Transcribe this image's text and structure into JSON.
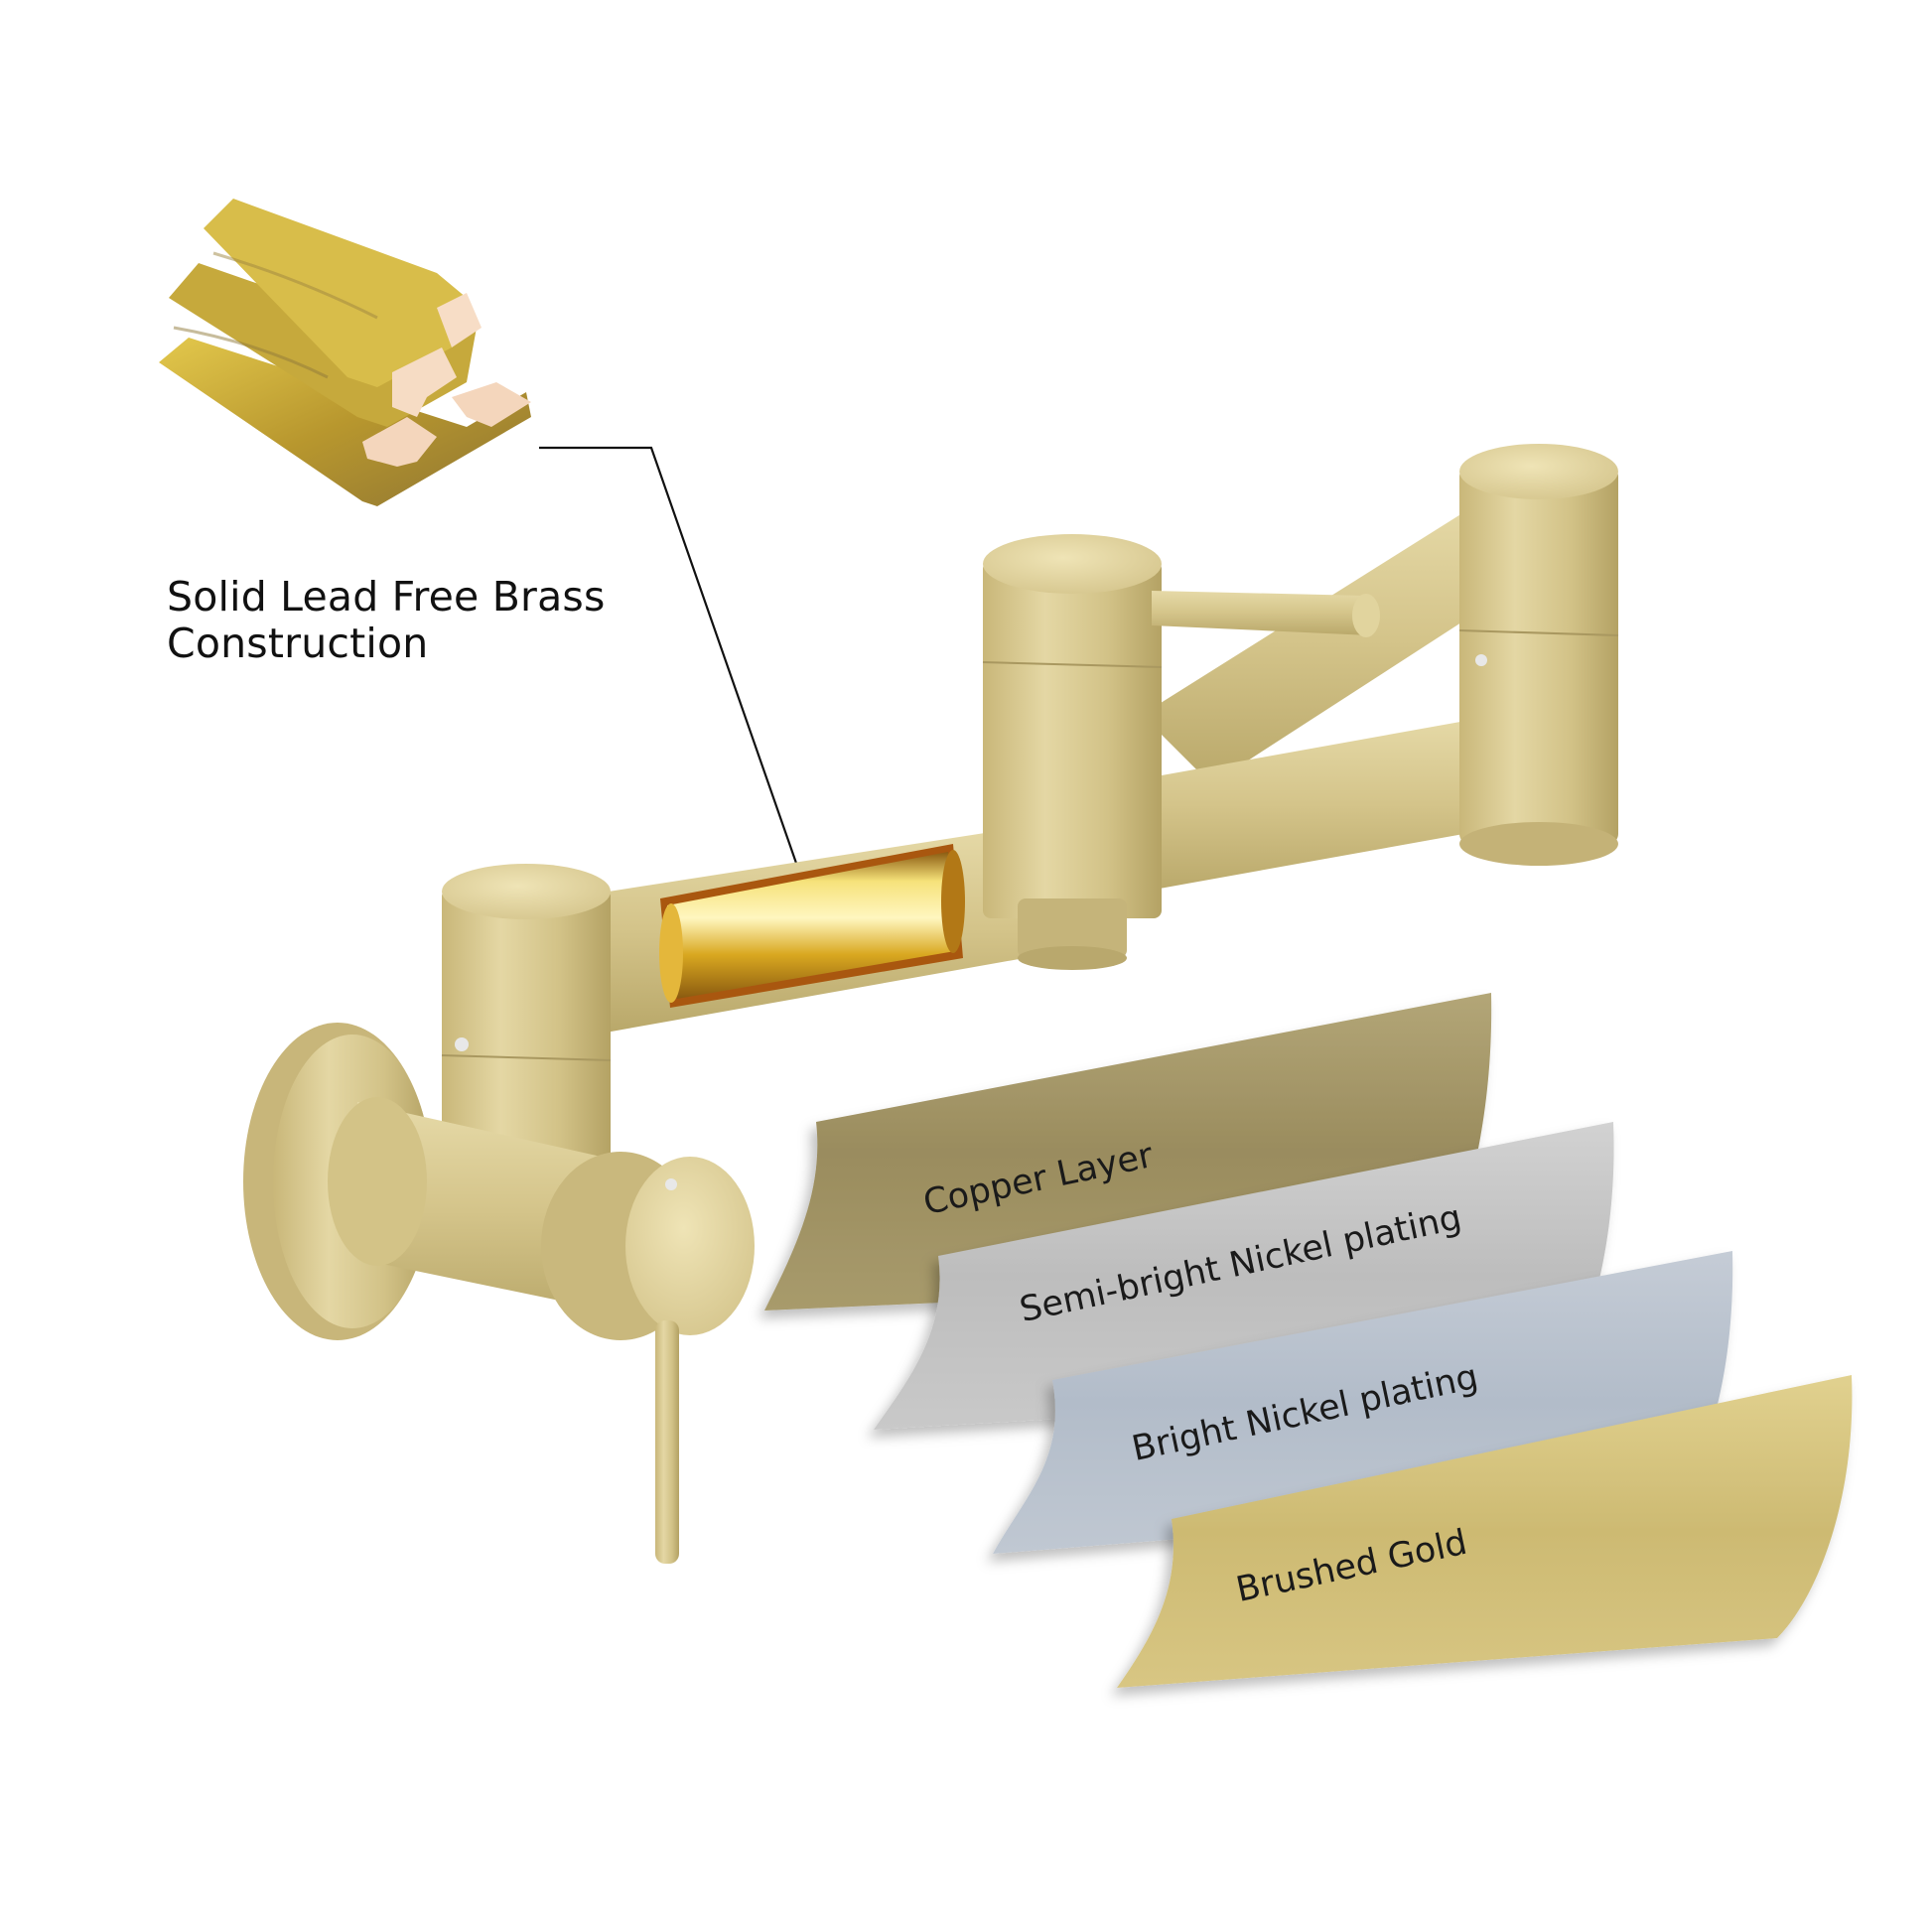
{
  "callout": {
    "line1": "Solid Lead Free Brass",
    "line2": "Construction",
    "image": "brass-ingots"
  },
  "layers": [
    {
      "label": "Copper Layer",
      "color": "#a59868"
    },
    {
      "label": "Semi-bright Nickel plating",
      "color": "#c4c4c4"
    },
    {
      "label": "Bright Nickel plating",
      "color": "#b6bfcc"
    },
    {
      "label": "Brushed Gold",
      "color": "#d2c07f"
    }
  ],
  "product": {
    "name": "wall-mount pot filler faucet",
    "finish_color": "#d6c88f",
    "cutaway_color": "#e8c84a"
  }
}
